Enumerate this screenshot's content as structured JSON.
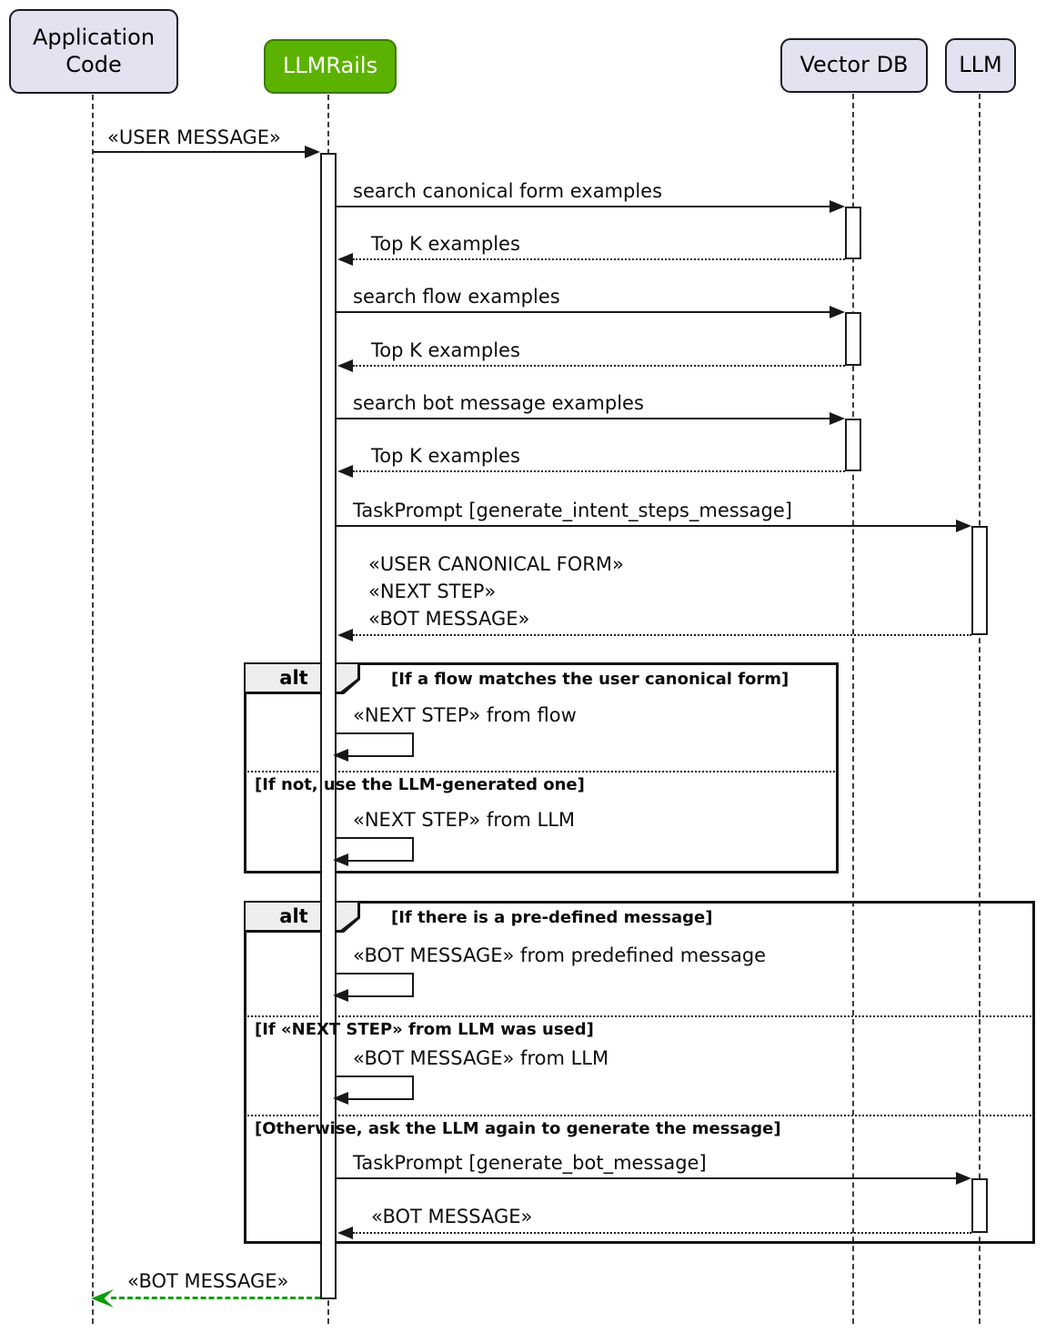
{
  "participants": {
    "application_code": {
      "label": "Application Code",
      "fill": "#E2E2F0"
    },
    "llmrails": {
      "label": "LLMRails",
      "fill": "#5CB200"
    },
    "vector_db": {
      "label": "Vector DB",
      "fill": "#E2E2F0"
    },
    "llm": {
      "label": "LLM",
      "fill": "#E2E2F0"
    }
  },
  "messages": {
    "user_message": "«USER MESSAGE»",
    "search_canonical_form": "search canonical form examples",
    "top_k_examples_1": "Top K examples",
    "search_flow": "search flow examples",
    "top_k_examples_2": "Top K examples",
    "search_bot_message": "search bot message examples",
    "top_k_examples_3": "Top K examples",
    "taskprompt_intent_steps": "TaskPrompt [generate_intent_steps_message]",
    "intent_return_line1": "«USER CANONICAL FORM»",
    "intent_return_line2": "«NEXT STEP»",
    "intent_return_line3": "«BOT MESSAGE»",
    "next_step_from_flow": "«NEXT STEP» from flow",
    "next_step_from_llm": "«NEXT STEP» from LLM",
    "bot_message_predefined": "«BOT MESSAGE» from predefined message",
    "bot_message_from_llm": "«BOT MESSAGE» from LLM",
    "taskprompt_generate_bot": "TaskPrompt [generate_bot_message]",
    "bot_message_return": "«BOT MESSAGE»",
    "final_bot_message": "«BOT MESSAGE»"
  },
  "alt_blocks": {
    "flow_match": {
      "operator": "alt",
      "guards": {
        "g1": "[If a flow matches the user canonical form]",
        "g2": "[If not, use the LLM-generated one]"
      }
    },
    "message_source": {
      "operator": "alt",
      "guards": {
        "g1": "[If there is a pre-defined message]",
        "g2": "[If «NEXT STEP» from LLM was used]",
        "g3": "[Otherwise, ask the LLM again to generate the message]"
      }
    }
  },
  "colors": {
    "participant_fill": "#E2E2F0",
    "llmrails_fill": "#5CB200",
    "frame_header_fill": "#EEEEEE",
    "line_color": "#181818",
    "final_arrow_green": "#0A9E0A"
  }
}
